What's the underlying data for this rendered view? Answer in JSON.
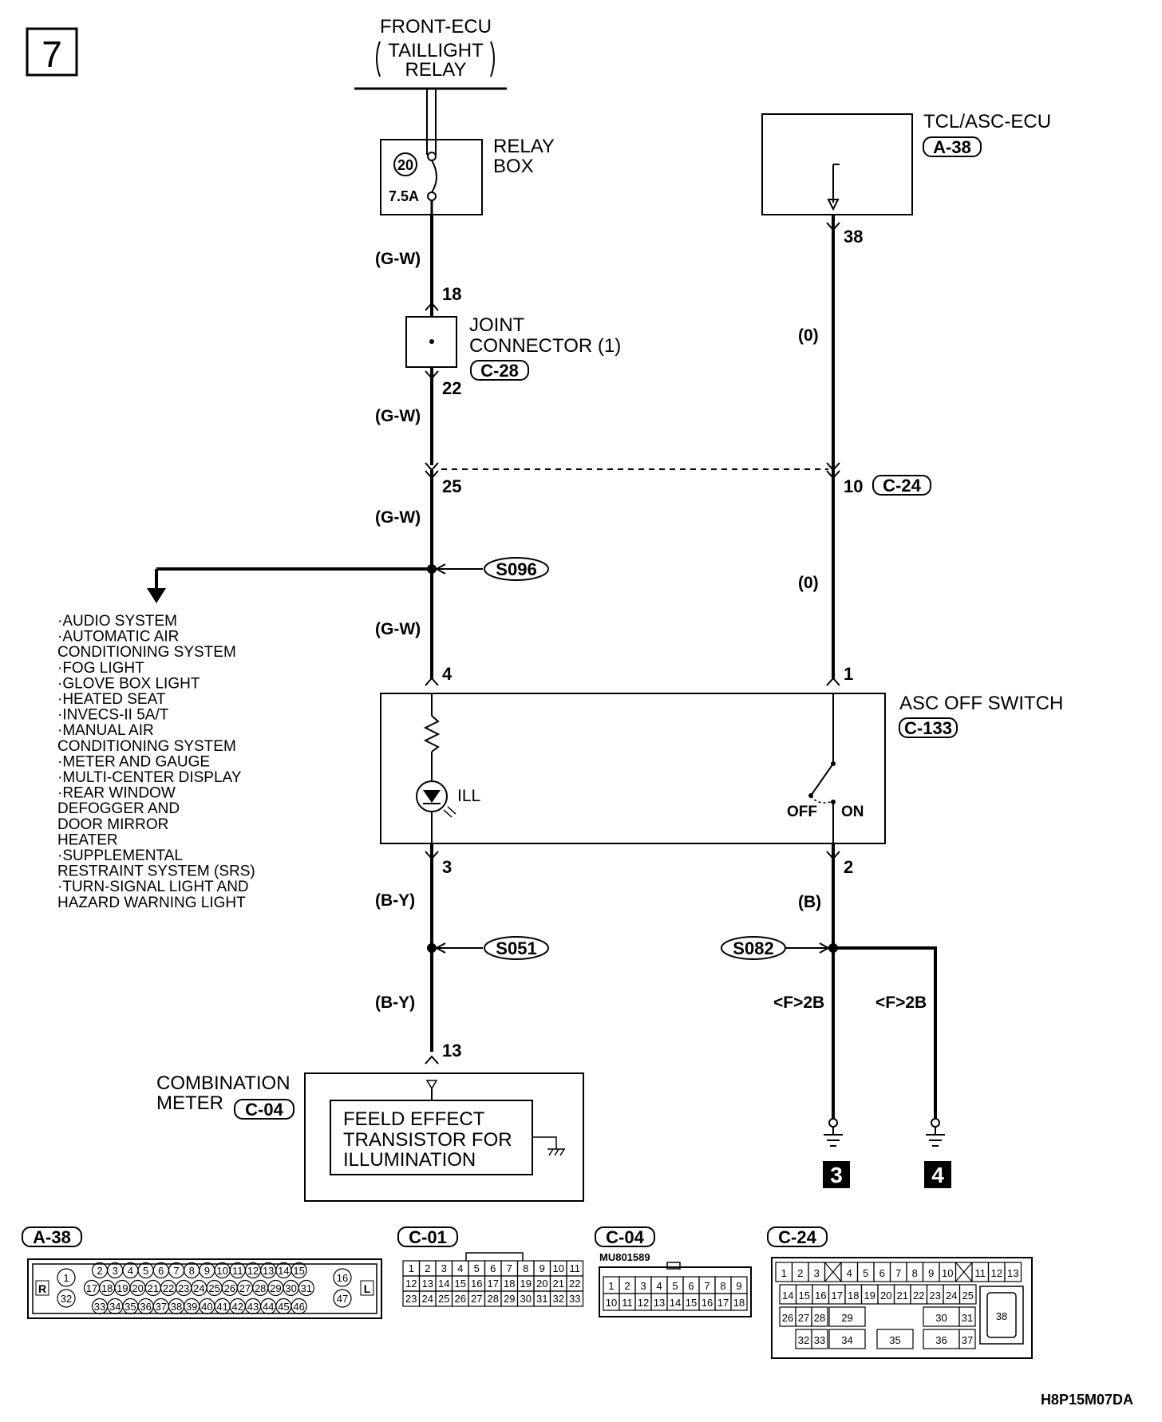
{
  "page_number": "7",
  "source": {
    "line1": "FRONT-ECU",
    "line2": "TAILLIGHT",
    "line3": "RELAY"
  },
  "relay_box": {
    "label1": "RELAY",
    "label2": "BOX",
    "fuse_no": "20",
    "fuse_rating": "7.5A"
  },
  "tcl_ecu": {
    "label": "TCL/ASC-ECU",
    "connector": "A-38",
    "pin": "38"
  },
  "joint_connector": {
    "label1": "JOINT",
    "label2": "CONNECTOR (1)",
    "connector": "C-28",
    "pin_in": "18",
    "pin_out": "22"
  },
  "inter_connector": {
    "pin_left": "25",
    "pin_right": "10",
    "connector": "C-24"
  },
  "wire_colors": {
    "gw": "(G-W)",
    "o": "(0)",
    "by": "(B-Y)",
    "b": "(B)"
  },
  "splices": {
    "s096": "S096",
    "s051": "S051",
    "s082": "S082"
  },
  "branch_list": [
    "·AUDIO SYSTEM",
    "·AUTOMATIC AIR",
    " CONDITIONING SYSTEM",
    "·FOG LIGHT",
    "·GLOVE BOX LIGHT",
    "·HEATED SEAT",
    "·INVECS-II 5A/T",
    "·MANUAL AIR",
    " CONDITIONING SYSTEM",
    "·METER AND GAUGE",
    "·MULTI-CENTER DISPLAY",
    "·REAR WINDOW",
    " DEFOGGER AND",
    " DOOR MIRROR",
    " HEATER",
    "·SUPPLEMENTAL",
    " RESTRAINT SYSTEM (SRS)",
    "·TURN-SIGNAL LIGHT AND",
    " HAZARD WARNING LIGHT"
  ],
  "asc_switch": {
    "label": "ASC OFF SWITCH",
    "connector": "C-133",
    "pin1": "1",
    "pin2": "2",
    "pin3": "3",
    "pin4": "4",
    "ill": "ILL",
    "off": "OFF",
    "on": "ON"
  },
  "ground": {
    "ref_left": "<F>2B",
    "ref_right": "<F>2B",
    "g3": "3",
    "g4": "4"
  },
  "meter": {
    "label1": "COMBINATION",
    "label2": "METER",
    "connector": "C-04",
    "pin": "13",
    "fet1": "FEELD EFFECT",
    "fet2": "TRANSISTOR FOR",
    "fet3": "ILLUMINATION"
  },
  "connectors": {
    "a38": {
      "label": "A-38",
      "left": "R",
      "right": "L",
      "row1": [
        "2",
        "3",
        "4",
        "5",
        "6",
        "7",
        "8",
        "9",
        "10",
        "11",
        "12",
        "13",
        "14",
        "15"
      ],
      "row2": [
        "17",
        "18",
        "19",
        "20",
        "21",
        "22",
        "23",
        "24",
        "25",
        "26",
        "27",
        "28",
        "29",
        "30",
        "31"
      ],
      "row3": [
        "33",
        "34",
        "35",
        "36",
        "37",
        "38",
        "39",
        "40",
        "41",
        "42",
        "43",
        "44",
        "45",
        "46"
      ],
      "extra": [
        "1",
        "32",
        "16",
        "47"
      ]
    },
    "c01": {
      "label": "C-01",
      "row1": [
        "1",
        "2",
        "3",
        "4",
        "5",
        "6",
        "7",
        "8",
        "9",
        "10",
        "11"
      ],
      "row2": [
        "12",
        "13",
        "14",
        "15",
        "16",
        "17",
        "18",
        "19",
        "20",
        "21",
        "22"
      ],
      "row3": [
        "23",
        "24",
        "25",
        "26",
        "27",
        "28",
        "29",
        "30",
        "31",
        "32",
        "33"
      ]
    },
    "c04": {
      "label": "C-04",
      "part": "MU801589",
      "row1": [
        "1",
        "2",
        "3",
        "4",
        "5",
        "6",
        "7",
        "8",
        "9"
      ],
      "row2": [
        "10",
        "11",
        "12",
        "13",
        "14",
        "15",
        "16",
        "17",
        "18"
      ]
    },
    "c24": {
      "label": "C-24",
      "row1": [
        "1",
        "2",
        "3",
        "",
        "4",
        "5",
        "6",
        "7",
        "8",
        "9",
        "10",
        "",
        "11",
        "12",
        "13"
      ],
      "row2": [
        "14",
        "15",
        "16",
        "17",
        "18",
        "19",
        "20",
        "21",
        "22",
        "23",
        "24",
        "25"
      ],
      "row3": [
        "26",
        "27",
        "28",
        "29",
        "30",
        "31"
      ],
      "row4": [
        "32",
        "33",
        "34",
        "35",
        "36",
        "37"
      ],
      "big": "38"
    }
  },
  "figure_code": "H8P15M07DA"
}
